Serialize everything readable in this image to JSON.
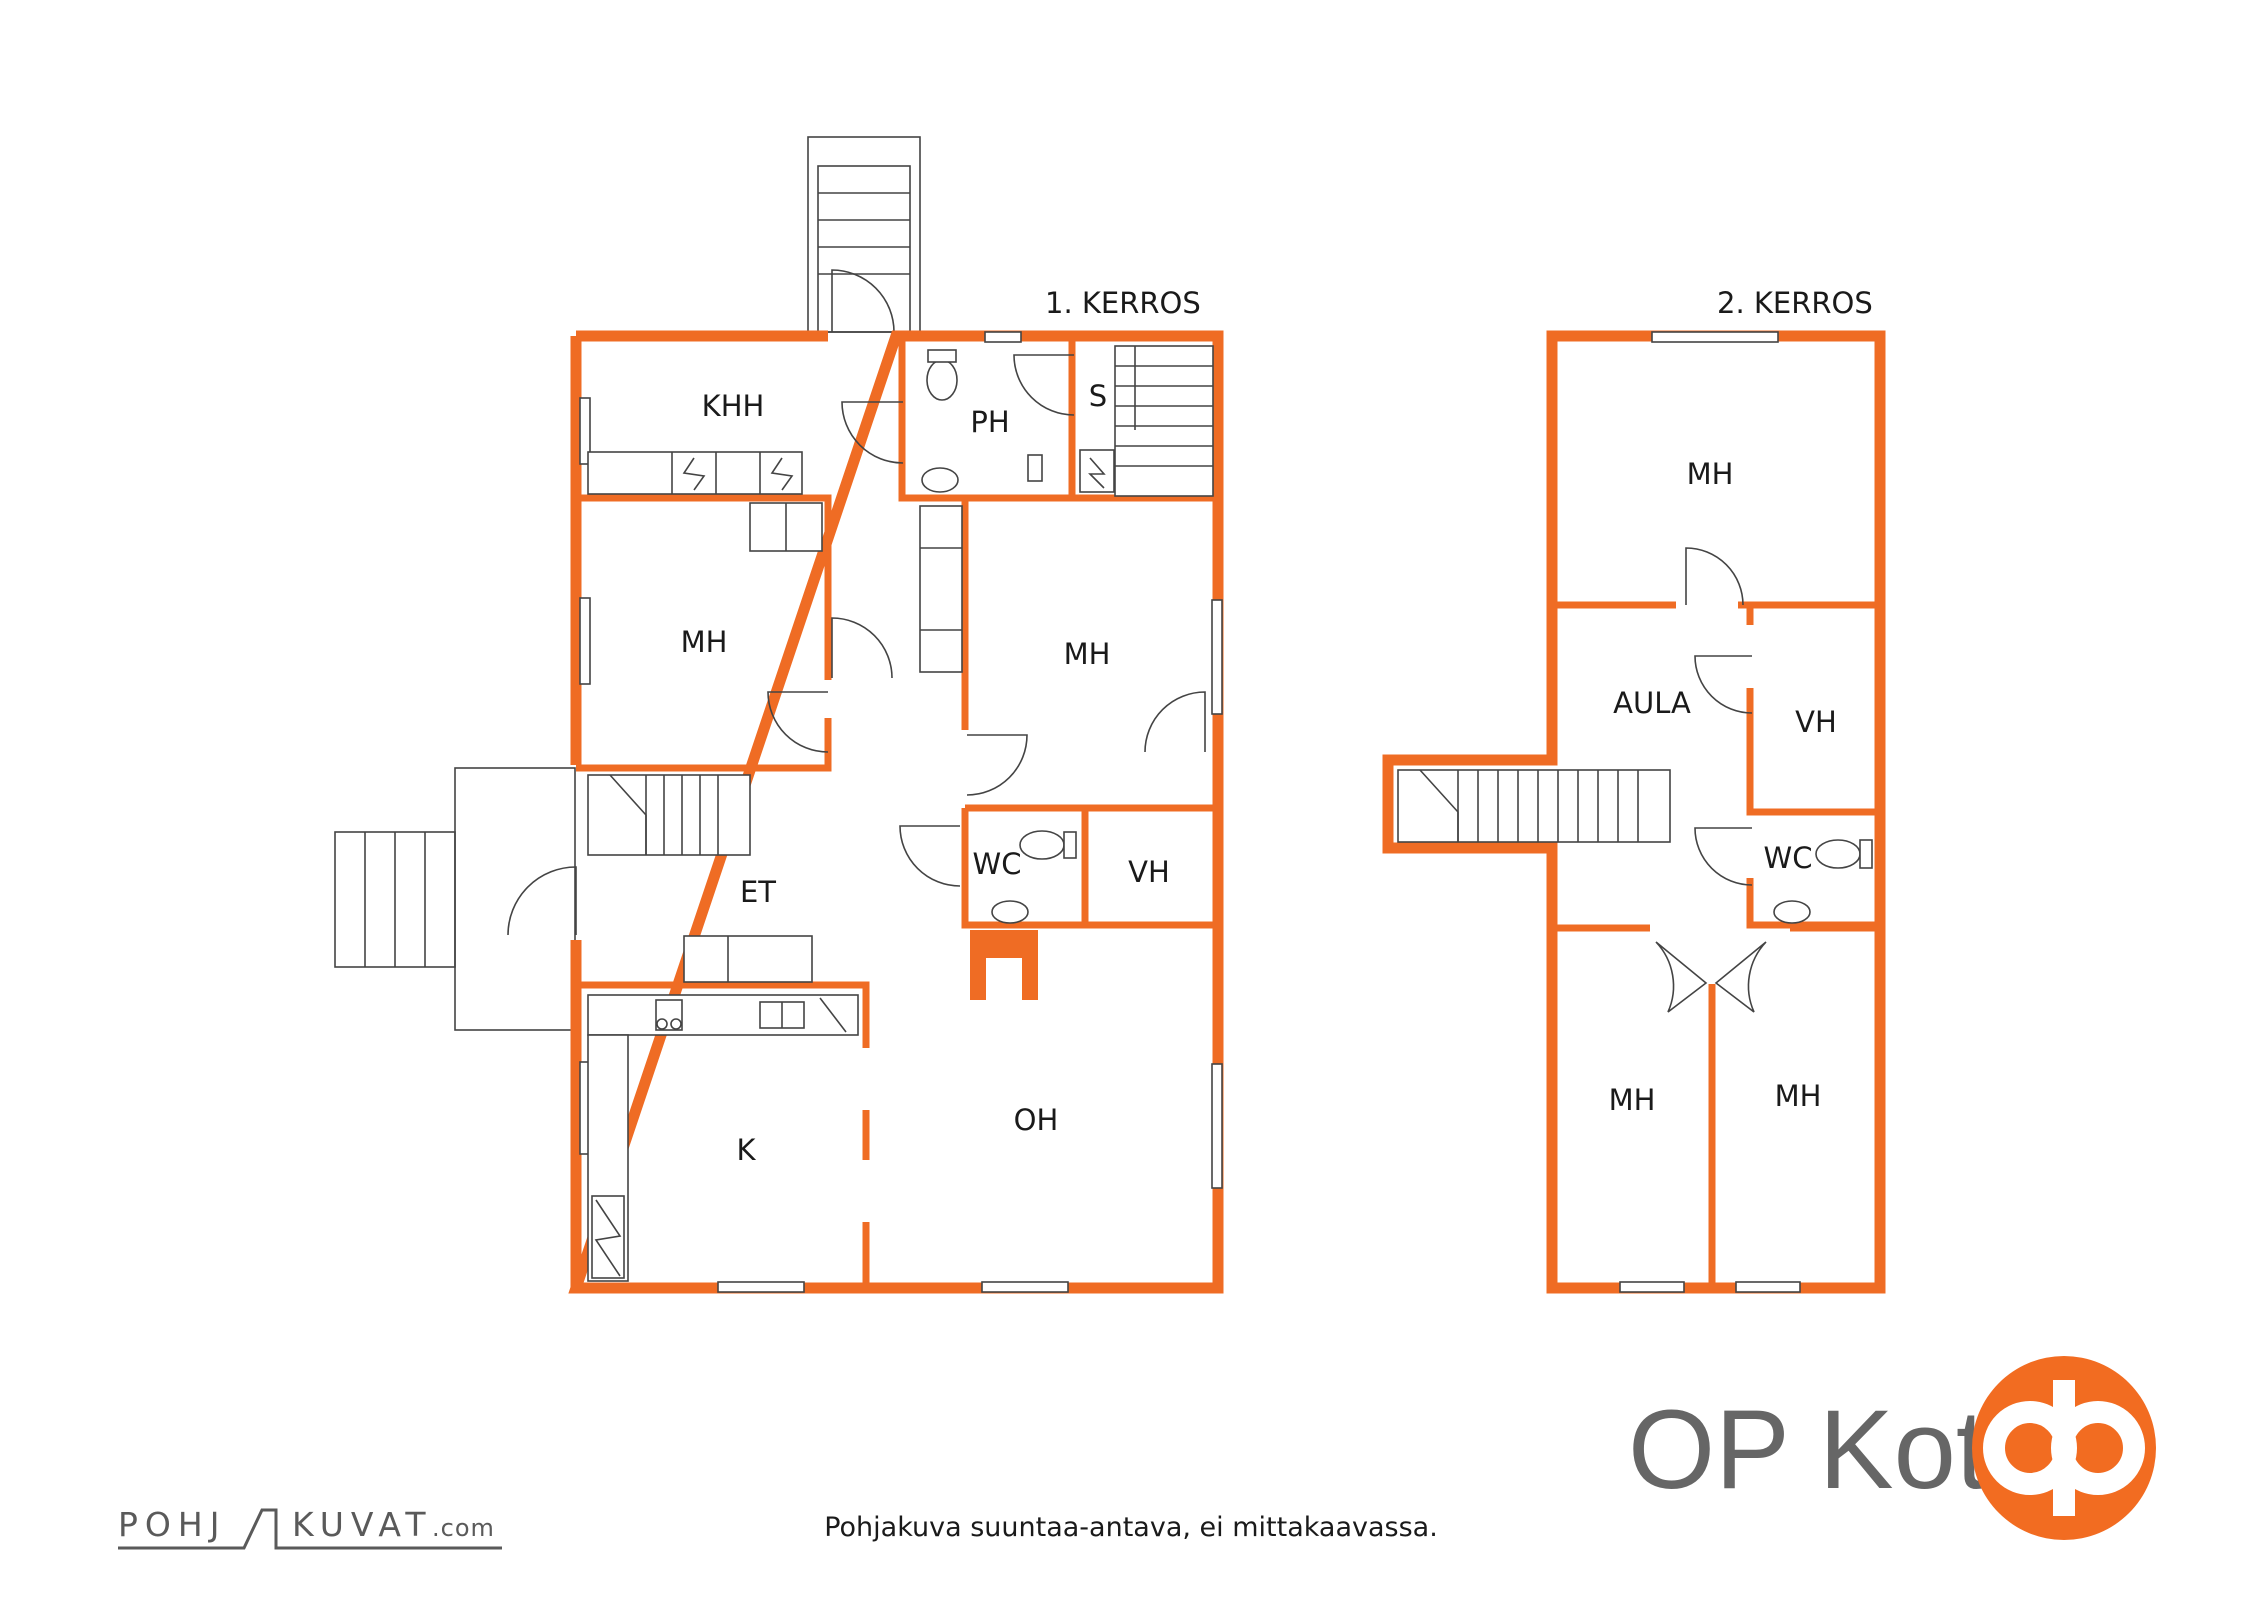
{
  "floors": {
    "floor1_title": "1. KERROS",
    "floor2_title": "2. KERROS"
  },
  "rooms_floor1": {
    "khh": "KHH",
    "ph": "PH",
    "s": "S",
    "mh_left": "MH",
    "mh_right": "MH",
    "et": "ET",
    "wc": "WC",
    "vh": "VH",
    "k": "K",
    "oh": "OH"
  },
  "rooms_floor2": {
    "mh_top": "MH",
    "aula": "AULA",
    "vh": "VH",
    "wc": "WC",
    "mh_bottom_left": "MH",
    "mh_bottom_right": "MH"
  },
  "footer": {
    "disclaimer": "Pohjakuva suuntaa-antava, ei mittakaavassa.",
    "pohjakuvat_left": "POHJ",
    "pohjakuvat_right": "KUVAT",
    "pohjakuvat_tld": ".com"
  },
  "brand": {
    "name": "OP Koti",
    "logo_icon": "op-logo-icon"
  },
  "colors": {
    "wall": "#ef6c24",
    "brand_orange": "#f26c21",
    "brand_text": "#666666"
  }
}
